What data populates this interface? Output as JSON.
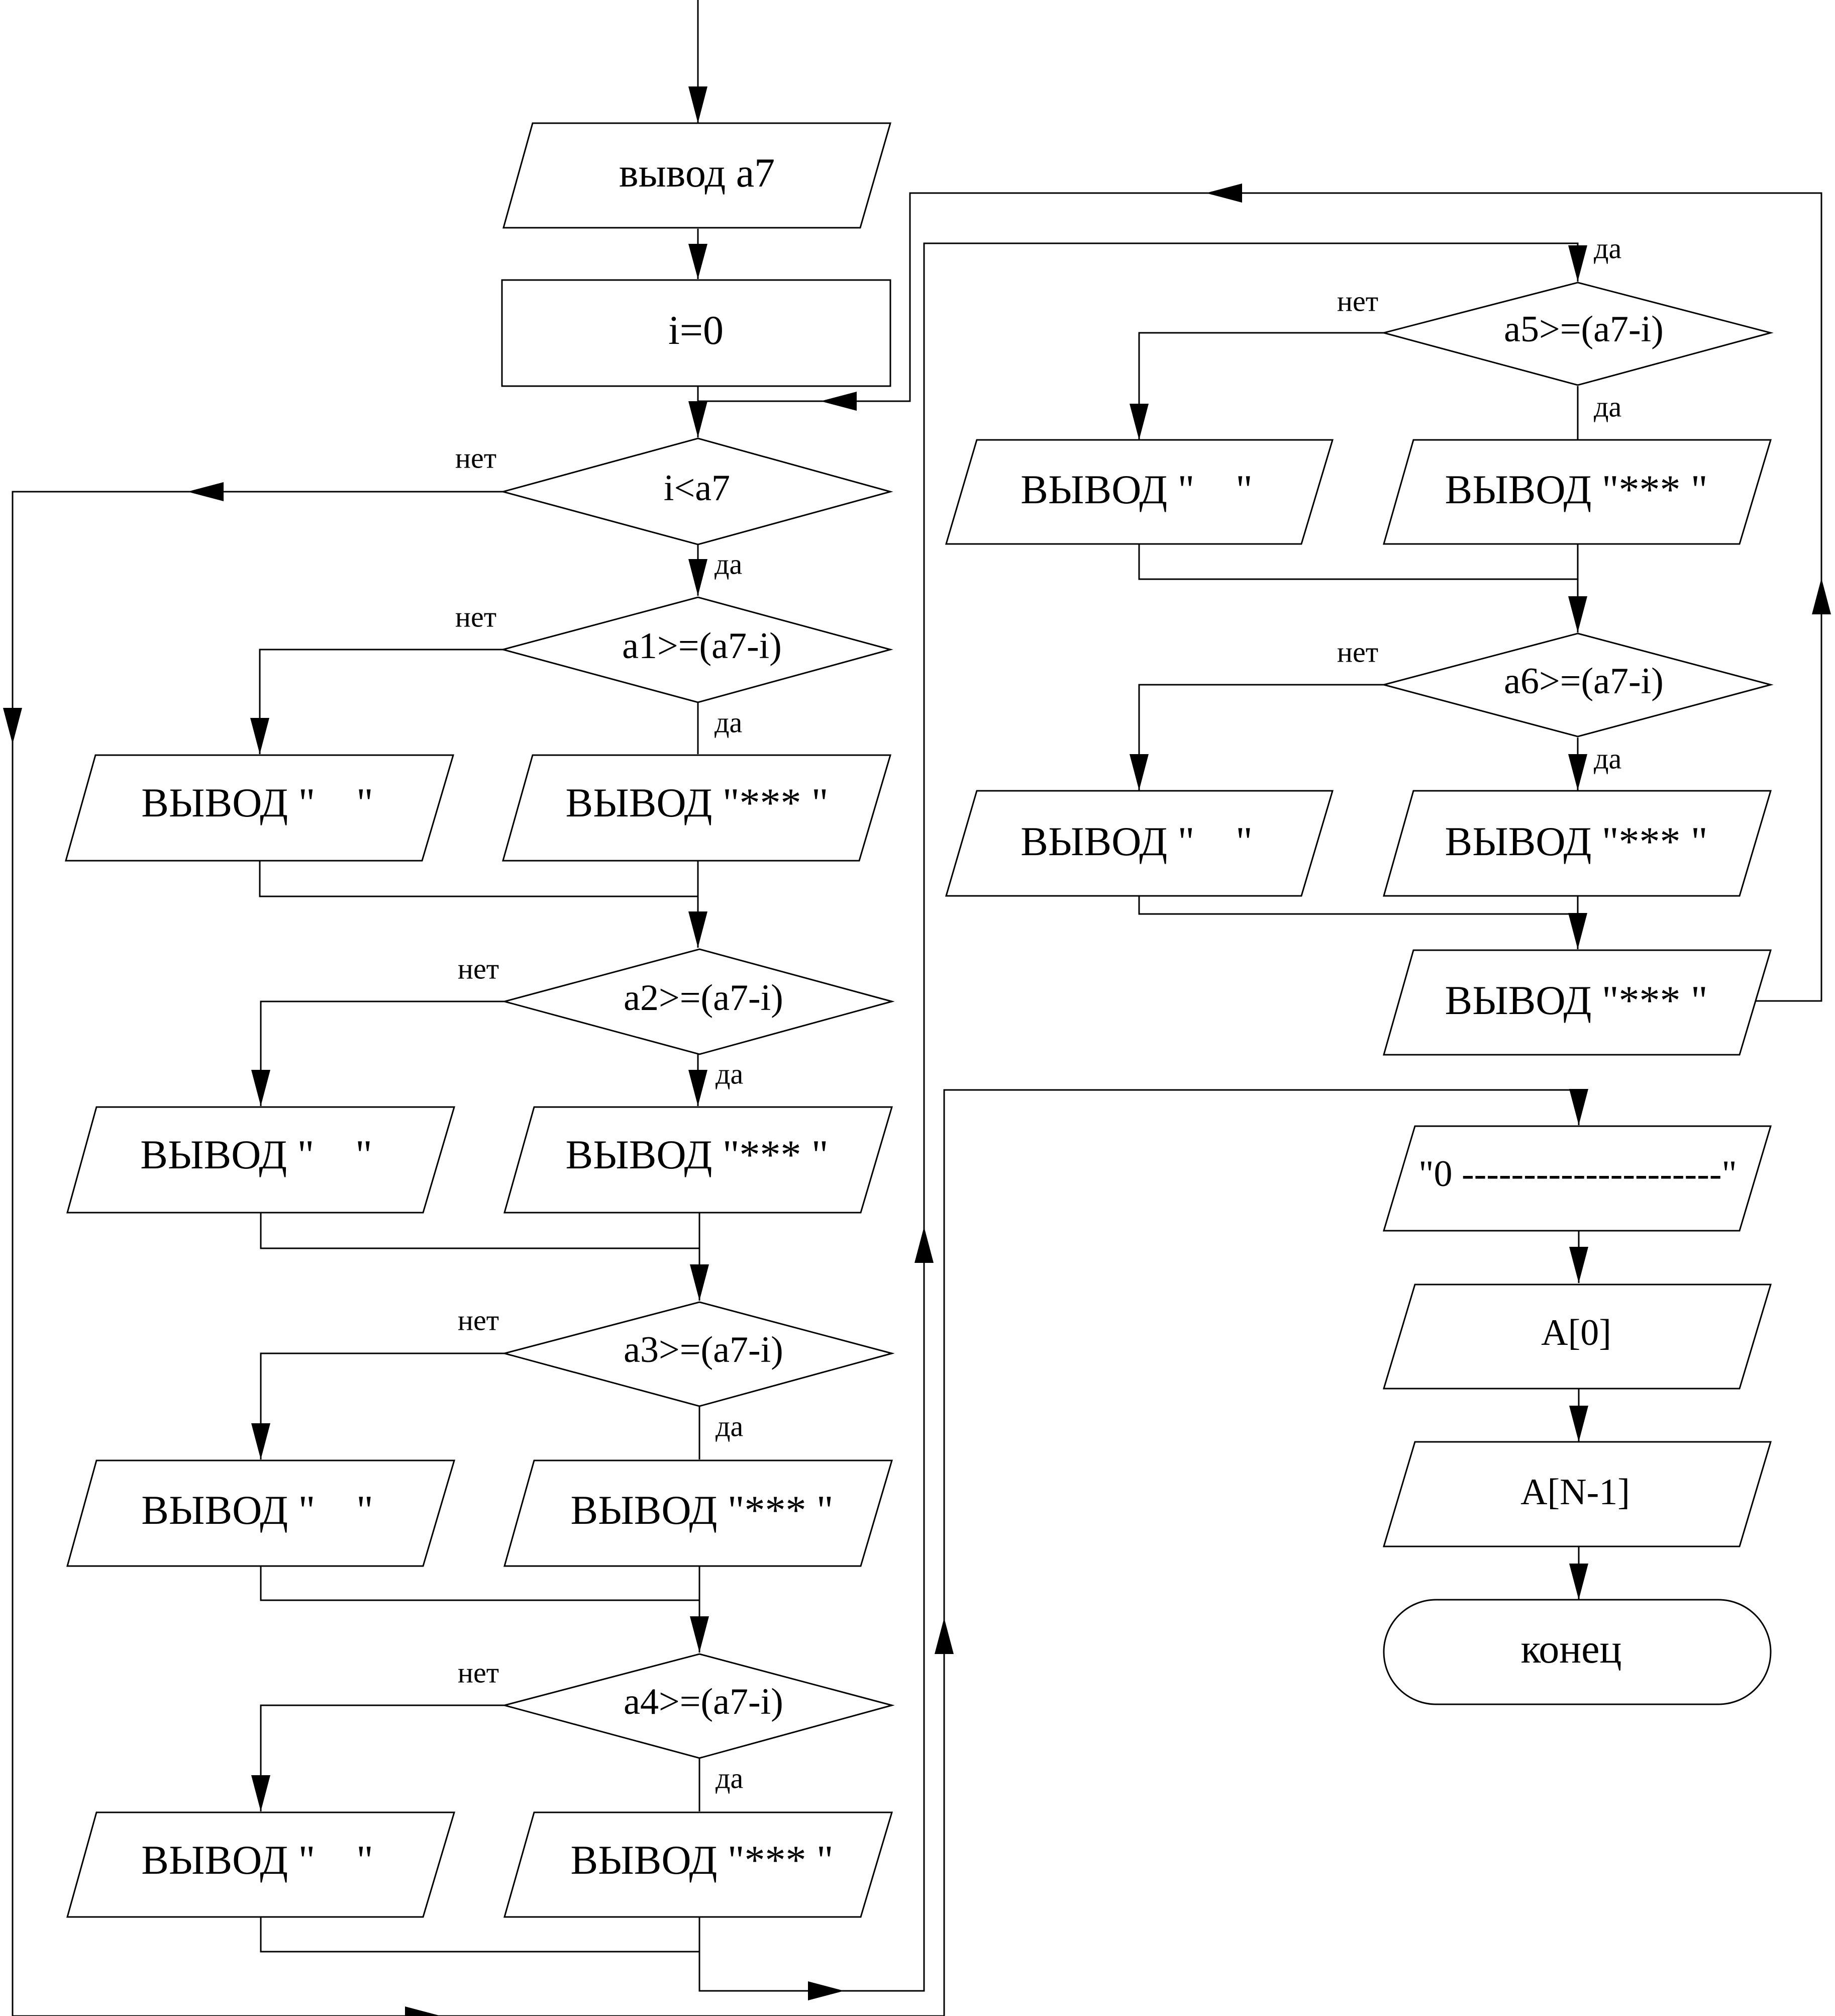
{
  "nodes": {
    "out_a7": "вывод a7",
    "init_i": "i=0",
    "cond_i": "i<a7",
    "cond_a1": "a1>=(a7-i)",
    "out_sp1": "ВЫВОД \"    \"",
    "out_st1": "ВЫВОД \"*** \"",
    "cond_a2": "a2>=(a7-i)",
    "out_sp2": "ВЫВОД \"    \"",
    "out_st2": "ВЫВОД \"*** \"",
    "cond_a3": "a3>=(a7-i)",
    "out_sp3": "ВЫВОД \"    \"",
    "out_st3": "ВЫВОД \"*** \"",
    "cond_a4": "a4>=(a7-i)",
    "out_sp4": "ВЫВОД \"    \"",
    "out_st4": "ВЫВОД \"*** \"",
    "cond_a5": "a5>=(a7-i)",
    "out_sp5": "ВЫВОД \"    \"",
    "out_st5": "ВЫВОД \"*** \"",
    "cond_a6": "a6>=(a7-i)",
    "out_sp6": "ВЫВОД \"    \"",
    "out_st6": "ВЫВОД \"*** \"",
    "out_st7": "ВЫВОД \"*** \"",
    "out_axis": "\"0 ---------------------\"",
    "out_A0": "A[0]",
    "out_AN1": "A[N-1]",
    "end": "конец"
  },
  "edge_labels": {
    "no": "нет",
    "yes": "да"
  }
}
